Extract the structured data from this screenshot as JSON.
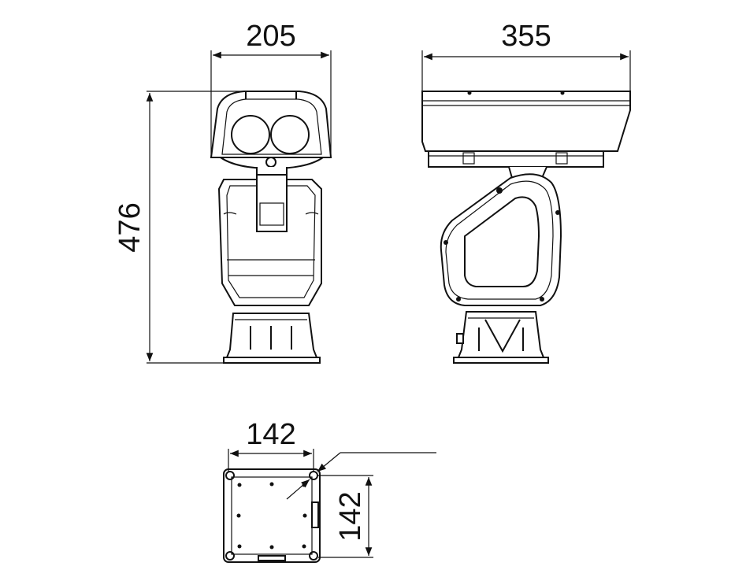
{
  "dimensions": {
    "front_width": "205",
    "side_width": "355",
    "height": "476",
    "base_width": "142",
    "base_depth": "142"
  }
}
